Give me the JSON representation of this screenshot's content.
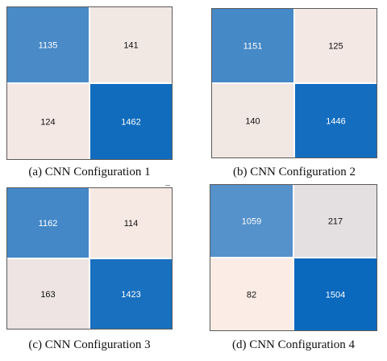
{
  "chart_data": [
    {
      "type": "heatmap",
      "caption": "(a) CNN Configuration 1",
      "matrix": [
        [
          1135,
          141
        ],
        [
          124,
          1462
        ]
      ]
    },
    {
      "type": "heatmap",
      "caption": "(b) CNN Configuration 2",
      "matrix": [
        [
          1151,
          125
        ],
        [
          140,
          1446
        ]
      ]
    },
    {
      "type": "heatmap",
      "caption": "(c) CNN Configuration 3",
      "matrix": [
        [
          1162,
          114
        ],
        [
          163,
          1423
        ]
      ]
    },
    {
      "type": "heatmap",
      "caption": "(d) CNN Configuration 4",
      "matrix": [
        [
          1059,
          217
        ],
        [
          82,
          1504
        ]
      ]
    }
  ],
  "colors": {
    "low": "#fbece5",
    "high": "#0a68bd",
    "grid_line": "#ffffff",
    "border": "#5a5a5a",
    "text_on_dark": "#ffffff",
    "text_on_light": "#111111"
  }
}
